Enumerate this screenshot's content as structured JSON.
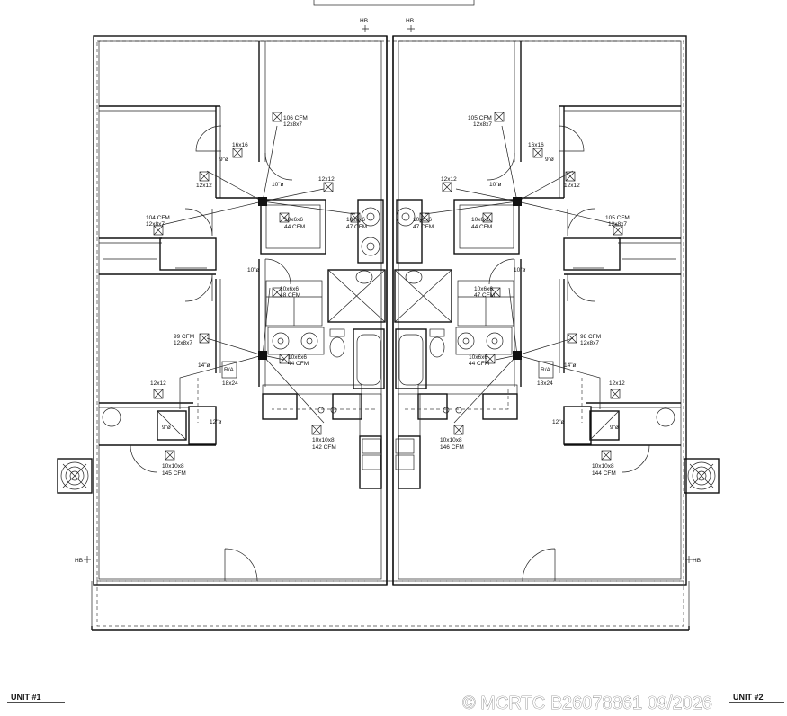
{
  "units": {
    "left": "UNIT #1",
    "right": "UNIT #2"
  },
  "watermark": "© MCRTC B26078861 09/2026",
  "hose_bibs": {
    "label": "HB"
  },
  "vents": [
    {
      "id": "v1",
      "cfm": "106 CFM",
      "size": "12x8x7"
    },
    {
      "id": "v2",
      "cfm": "104 CFM",
      "size": "12x8x7"
    },
    {
      "id": "v3",
      "cfm": "99 CFM",
      "size": "12x8x7"
    },
    {
      "id": "v4",
      "cfm": "145 CFM",
      "size": "10x10x8"
    },
    {
      "id": "v5",
      "cfm": "142 CFM",
      "size": "10x10x8"
    },
    {
      "id": "v6",
      "cfm": "44 CFM",
      "size": "10x6x6"
    },
    {
      "id": "v7",
      "cfm": "47 CFM",
      "size": "10x6x6"
    },
    {
      "id": "v8",
      "cfm": "48 CFM",
      "size": "10x6x6"
    },
    {
      "id": "v9",
      "cfm": "44 CFM",
      "size": "10x6x6"
    },
    {
      "id": "v10",
      "cfm": "105 CFM",
      "size": "12x8x7"
    },
    {
      "id": "v11",
      "cfm": "105 CFM",
      "size": "12x8x7"
    },
    {
      "id": "v12",
      "cfm": "98 CFM",
      "size": "12x8x7"
    },
    {
      "id": "v13",
      "cfm": "144 CFM",
      "size": "10x10x8"
    },
    {
      "id": "v14",
      "cfm": "146 CFM",
      "size": "10x10x8"
    },
    {
      "id": "v15",
      "cfm": "44 CFM",
      "size": "10x6x6"
    },
    {
      "id": "v16",
      "cfm": "47 CFM",
      "size": "10x6x6"
    },
    {
      "id": "v17",
      "cfm": "47 CFM",
      "size": "10x6x6"
    },
    {
      "id": "v18",
      "cfm": "44 CFM",
      "size": "10x6x6"
    }
  ],
  "returns": [
    {
      "id": "r1",
      "size": "12x12"
    },
    {
      "id": "r2",
      "size": "12x12"
    },
    {
      "id": "r3",
      "size": "16x16"
    },
    {
      "id": "r4",
      "size": "12x12"
    },
    {
      "id": "r5",
      "size": "12x12"
    },
    {
      "id": "r6",
      "size": "12x12"
    },
    {
      "id": "r7",
      "size": "16x16"
    },
    {
      "id": "r8",
      "size": "12x12"
    }
  ],
  "ducts": [
    {
      "id": "d1",
      "size": "9\"ø"
    },
    {
      "id": "d2",
      "size": "10\"ø"
    },
    {
      "id": "d3",
      "size": "10\"ø"
    },
    {
      "id": "d4",
      "size": "14\"ø"
    },
    {
      "id": "d5",
      "size": "12\"ø"
    },
    {
      "id": "d6",
      "size": "9\"ø"
    },
    {
      "id": "d7",
      "size": "9\"ø"
    },
    {
      "id": "d8",
      "size": "10\"ø"
    },
    {
      "id": "d9",
      "size": "10\"ø"
    },
    {
      "id": "d10",
      "size": "14\"ø"
    },
    {
      "id": "d11",
      "size": "12\"ø"
    },
    {
      "id": "d12",
      "size": "9\"ø"
    }
  ],
  "air_handler": {
    "label": "R/A",
    "size": "18x24"
  }
}
